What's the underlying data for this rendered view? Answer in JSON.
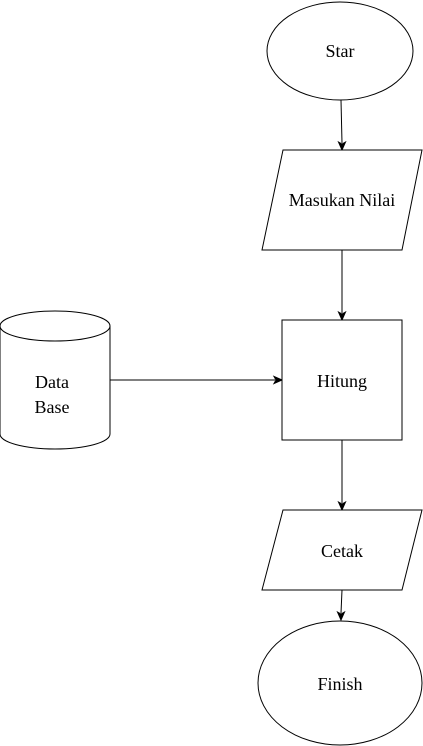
{
  "nodes": {
    "start": {
      "label": "Star",
      "shape": "ellipse"
    },
    "input": {
      "label": "Masukan Nilai",
      "shape": "parallelogram"
    },
    "process": {
      "label": "Hitung",
      "shape": "rectangle"
    },
    "database": {
      "label_line1": "Data",
      "label_line2": "Base",
      "shape": "cylinder"
    },
    "output": {
      "label": "Cetak",
      "shape": "parallelogram"
    },
    "end": {
      "label": "Finish",
      "shape": "ellipse"
    }
  },
  "edges": [
    {
      "from": "start",
      "to": "input"
    },
    {
      "from": "input",
      "to": "process"
    },
    {
      "from": "database",
      "to": "process"
    },
    {
      "from": "process",
      "to": "output"
    },
    {
      "from": "output",
      "to": "end"
    }
  ],
  "colors": {
    "stroke": "#000000",
    "fill": "#ffffff",
    "background": "#ffffff"
  }
}
